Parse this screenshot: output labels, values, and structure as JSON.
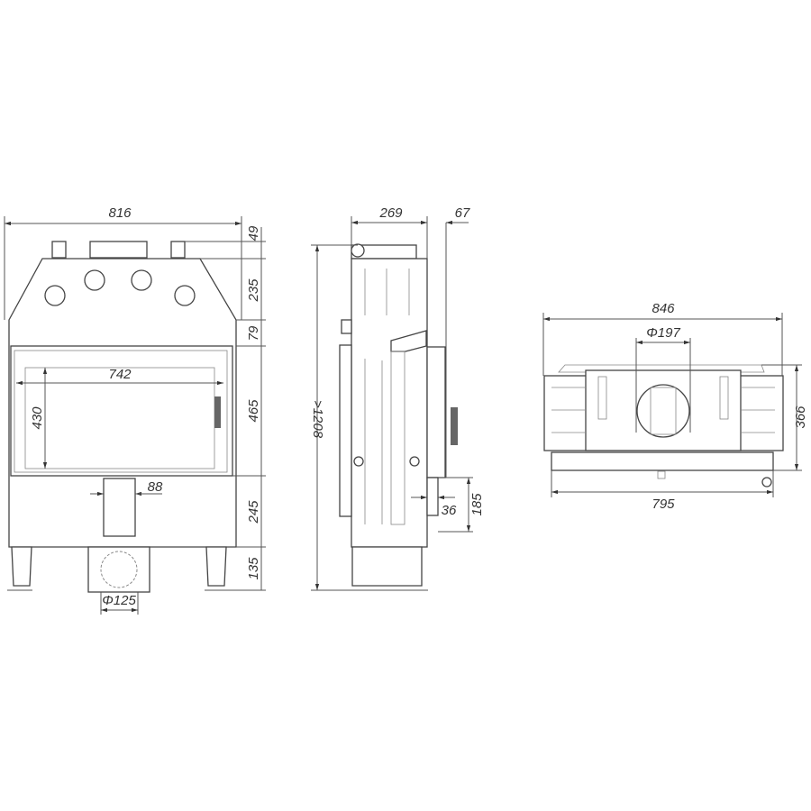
{
  "front_view": {
    "width": "816",
    "glass_width": "742",
    "glass_height": "430",
    "duct_width": "88",
    "outlet_diameter": "Φ125",
    "heights": [
      "49",
      "235",
      "79",
      "465",
      "245",
      "135"
    ]
  },
  "side_view": {
    "depth": "269",
    "door_offset": "67",
    "total_height": ">1208",
    "air_inlet_offset": "36",
    "air_inlet_height": "185"
  },
  "top_view": {
    "width": "846",
    "flue_diameter": "Φ197",
    "depth": "366",
    "base_width": "795"
  }
}
